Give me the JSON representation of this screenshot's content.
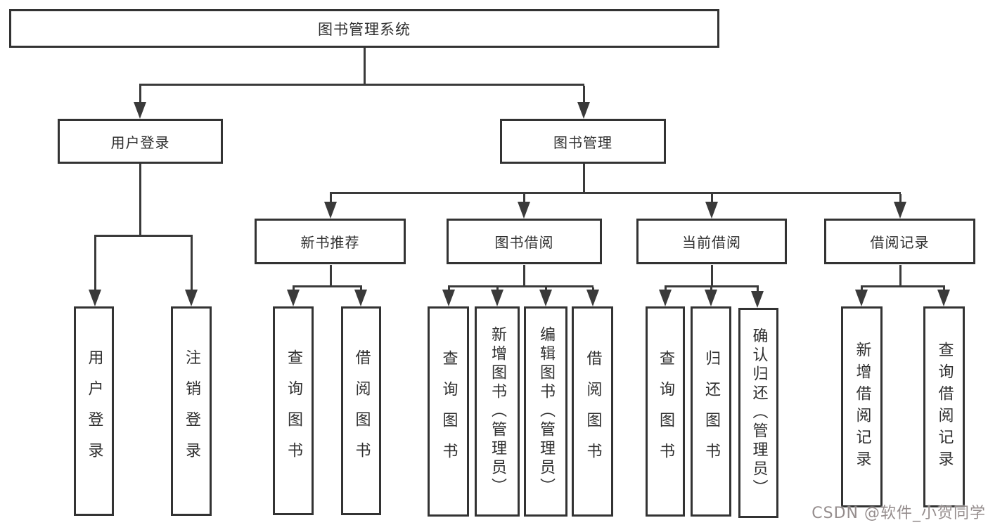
{
  "diagram": {
    "tree": {
      "label": "图书管理系统",
      "children": [
        {
          "label": "用户登录",
          "children": [
            {
              "label": "用户登录"
            },
            {
              "label": "注销登录"
            }
          ]
        },
        {
          "label": "图书管理",
          "children": [
            {
              "label": "新书推荐",
              "children": [
                {
                  "label": "查询图书"
                },
                {
                  "label": "借阅图书"
                }
              ]
            },
            {
              "label": "图书借阅",
              "children": [
                {
                  "label": "查询图书"
                },
                {
                  "label": "新增图书（管理员）"
                },
                {
                  "label": "编辑图书（管理员）"
                },
                {
                  "label": "借阅图书"
                }
              ]
            },
            {
              "label": "当前借阅",
              "children": [
                {
                  "label": "查询图书"
                },
                {
                  "label": "归还图书"
                },
                {
                  "label": "确认归还（管理员）"
                }
              ]
            },
            {
              "label": "借阅记录",
              "children": [
                {
                  "label": "新增借阅记录"
                },
                {
                  "label": "查询借阅记录"
                }
              ]
            }
          ]
        }
      ]
    },
    "colors": {
      "box_border": "#333333",
      "connector": "#3a3a3a",
      "background": "#ffffff",
      "watermark_color": "#958d8d"
    }
  },
  "watermark": {
    "text": "CSDN @软件_小贺同学"
  }
}
